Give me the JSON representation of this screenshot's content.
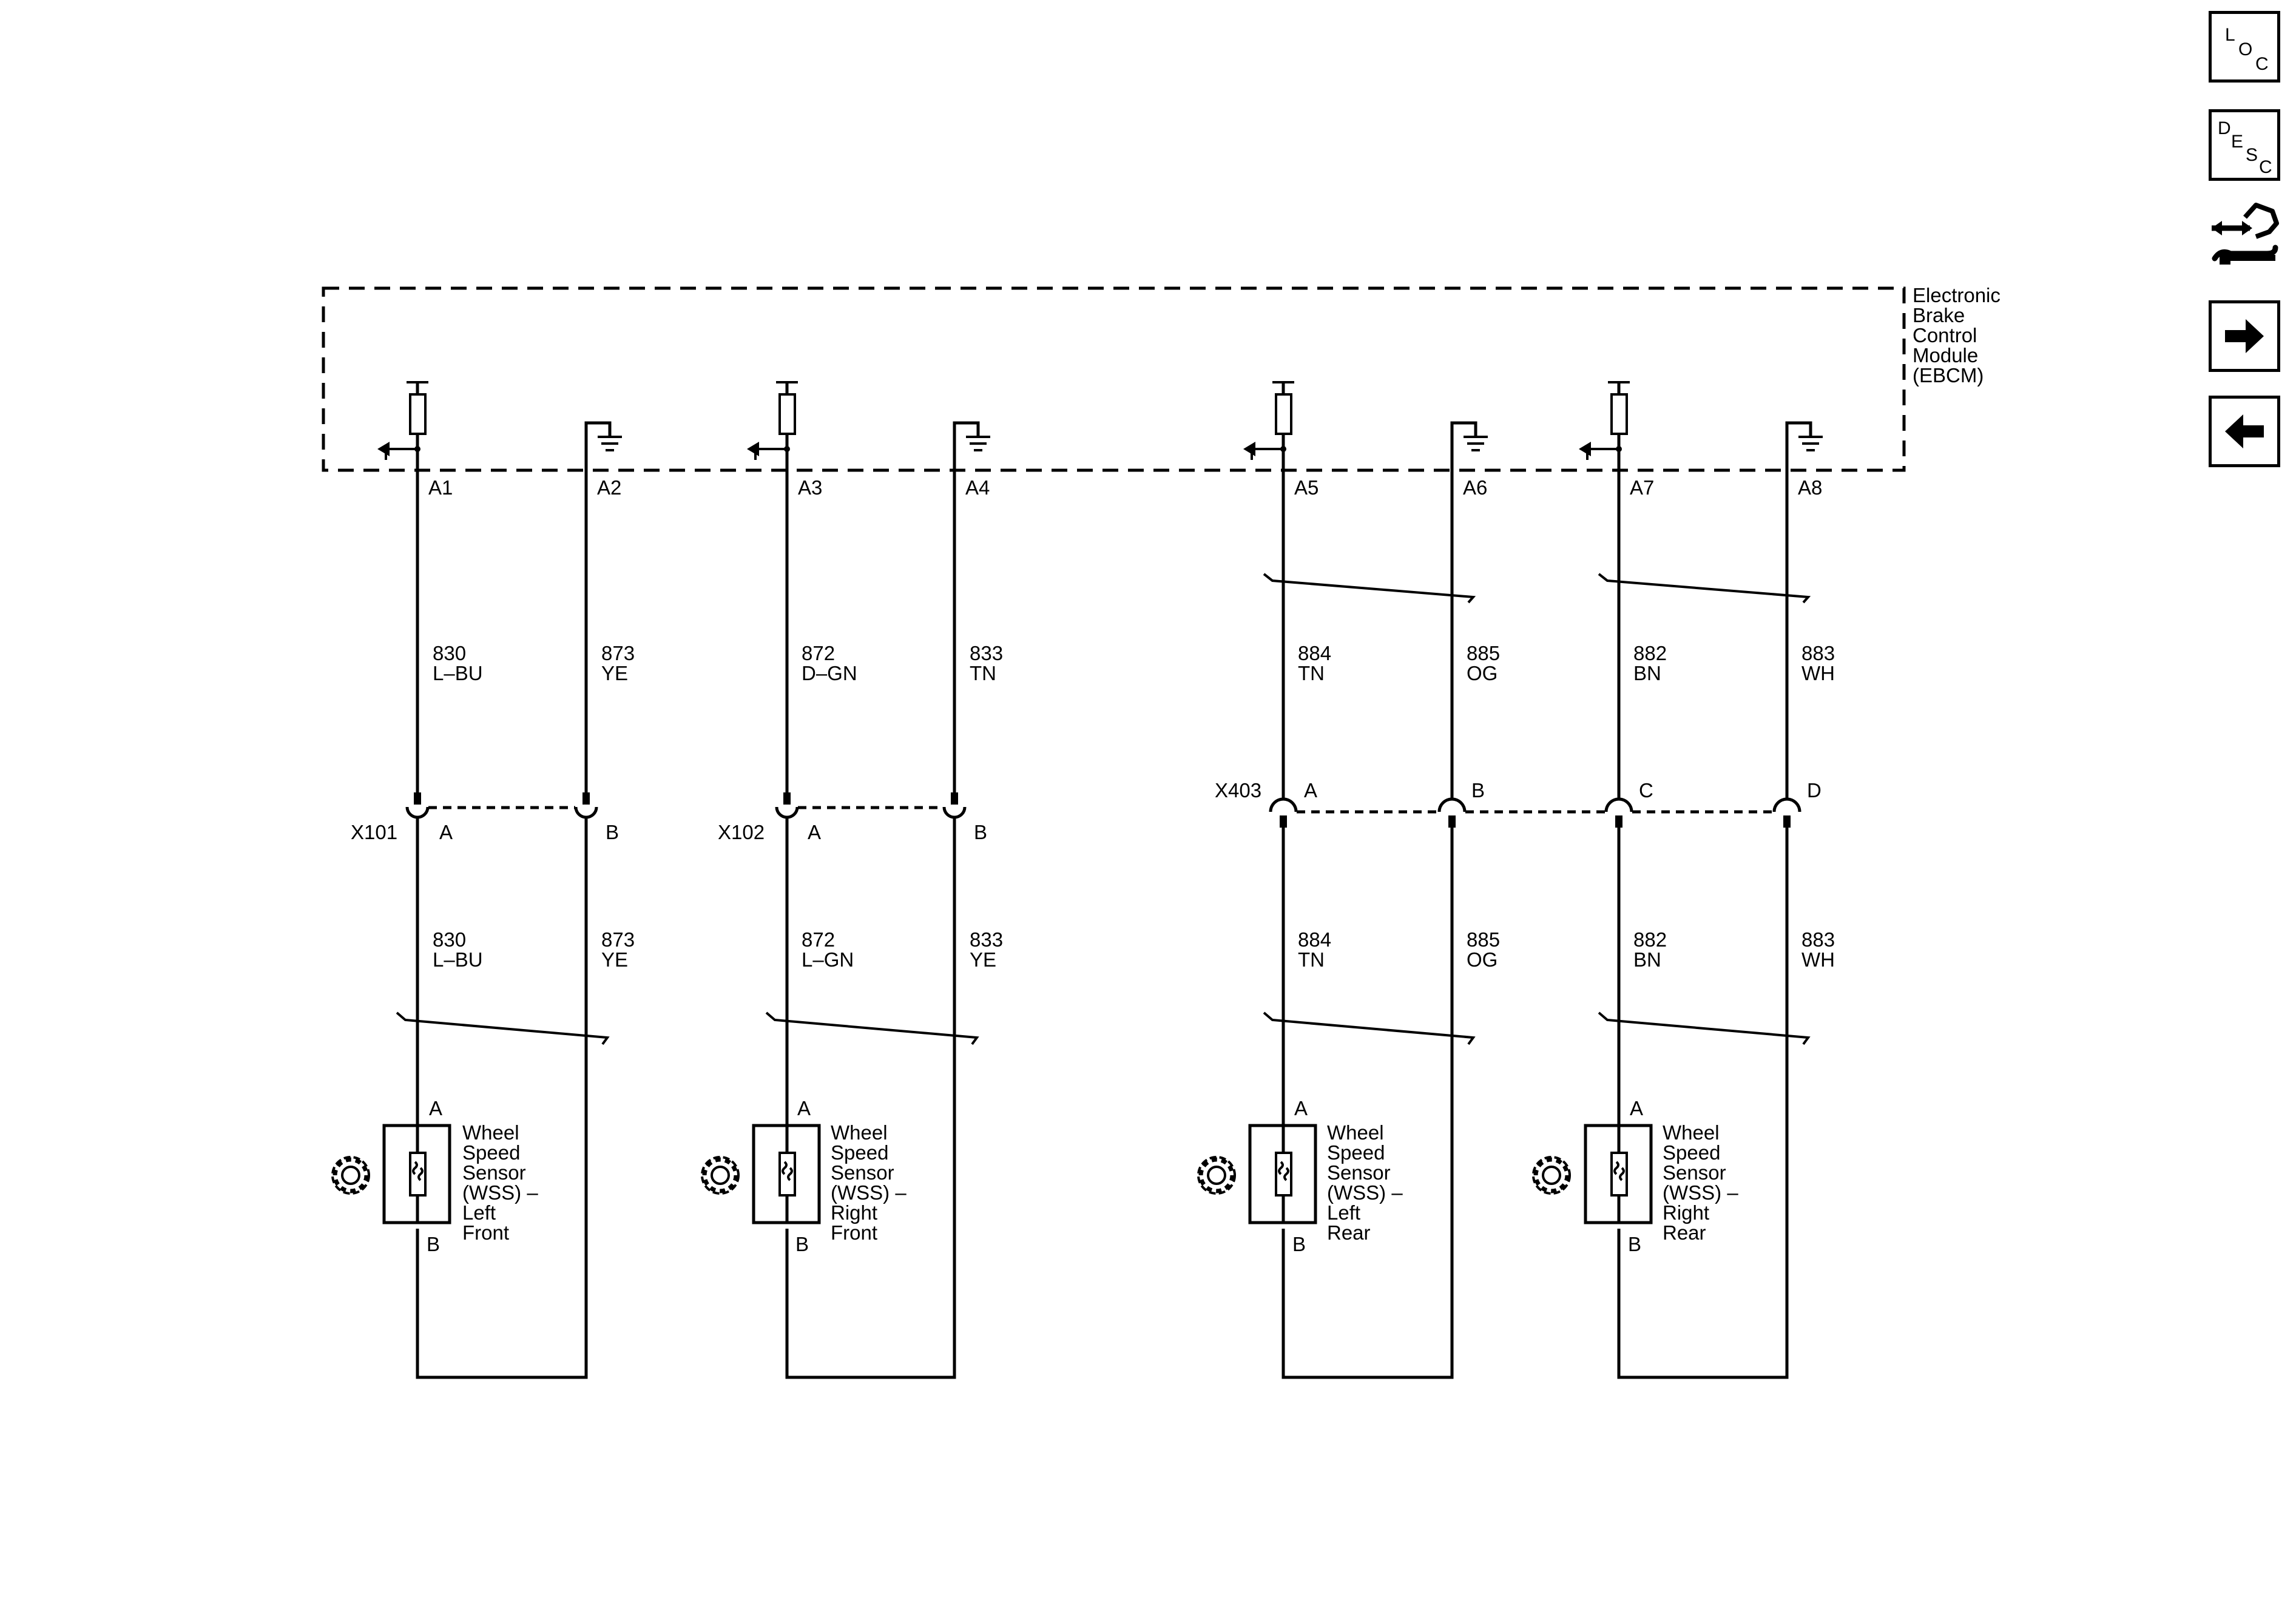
{
  "module": {
    "name_lines": [
      "Electronic",
      "Brake",
      "Control",
      "Module",
      "(EBCM)"
    ]
  },
  "pins": [
    "A1",
    "A2",
    "A3",
    "A4",
    "A5",
    "A6",
    "A7",
    "A8"
  ],
  "upper_wires": [
    {
      "circuit": "830",
      "color": "L–BU"
    },
    {
      "circuit": "873",
      "color": "YE"
    },
    {
      "circuit": "872",
      "color": "D–GN"
    },
    {
      "circuit": "833",
      "color": "TN"
    },
    {
      "circuit": "884",
      "color": "TN"
    },
    {
      "circuit": "885",
      "color": "OG"
    },
    {
      "circuit": "882",
      "color": "BN"
    },
    {
      "circuit": "883",
      "color": "WH"
    }
  ],
  "lower_wires": [
    {
      "circuit": "830",
      "color": "L–BU"
    },
    {
      "circuit": "873",
      "color": "YE"
    },
    {
      "circuit": "872",
      "color": "L–GN"
    },
    {
      "circuit": "833",
      "color": "YE"
    },
    {
      "circuit": "884",
      "color": "TN"
    },
    {
      "circuit": "885",
      "color": "OG"
    },
    {
      "circuit": "882",
      "color": "BN"
    },
    {
      "circuit": "883",
      "color": "WH"
    }
  ],
  "connectors": {
    "x101": {
      "name": "X101",
      "pins": [
        "A",
        "B"
      ]
    },
    "x102": {
      "name": "X102",
      "pins": [
        "A",
        "B"
      ]
    },
    "x403": {
      "name": "X403",
      "pins": [
        "A",
        "B",
        "C",
        "D"
      ]
    }
  },
  "sensors": [
    {
      "pin_a": "A",
      "pin_b": "B",
      "label_lines": [
        "Wheel",
        "Speed",
        "Sensor",
        "(WSS) –",
        "Left",
        "Front"
      ]
    },
    {
      "pin_a": "A",
      "pin_b": "B",
      "label_lines": [
        "Wheel",
        "Speed",
        "Sensor",
        "(WSS) –",
        "Right",
        "Front"
      ]
    },
    {
      "pin_a": "A",
      "pin_b": "B",
      "label_lines": [
        "Wheel",
        "Speed",
        "Sensor",
        "(WSS) –",
        "Left",
        "Rear"
      ]
    },
    {
      "pin_a": "A",
      "pin_b": "B",
      "label_lines": [
        "Wheel",
        "Speed",
        "Sensor",
        "(WSS) –",
        "Right",
        "Rear"
      ]
    }
  ],
  "toolbar": {
    "loc": {
      "l": "L",
      "o": "O",
      "c": "C"
    },
    "desc": {
      "d": "D",
      "e": "E",
      "s": "S",
      "c": "C"
    },
    "colors": {
      "icon": "#000000",
      "background": "#ffffff"
    }
  }
}
